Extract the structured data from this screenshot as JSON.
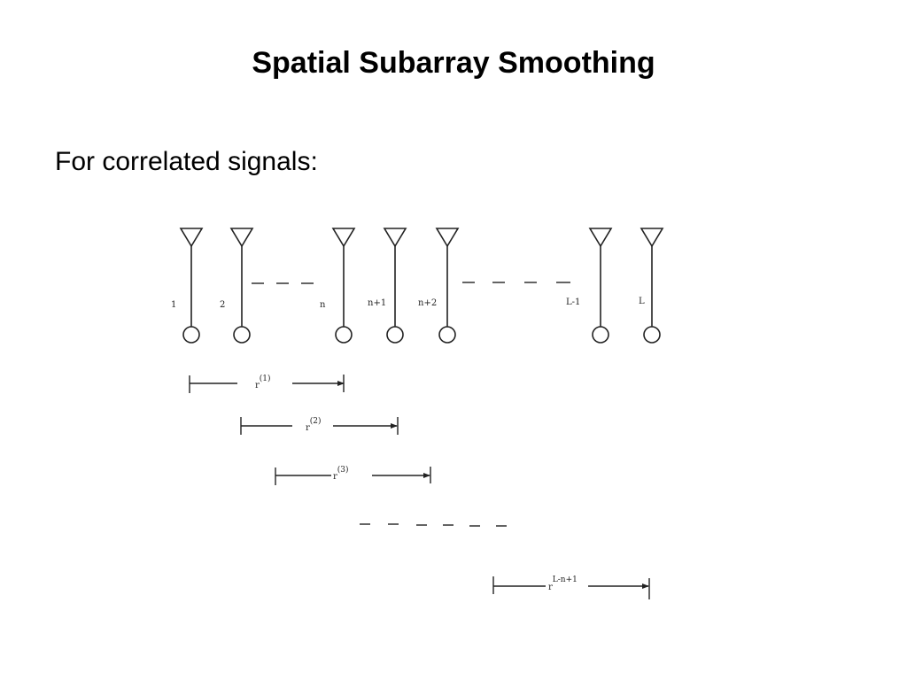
{
  "slide": {
    "title": "Spatial Subarray Smoothing",
    "subtitle": "For correlated signals:"
  },
  "diagram": {
    "elements": [
      {
        "label": "1"
      },
      {
        "label": "2"
      },
      {
        "label": "n"
      },
      {
        "label": "n+1"
      },
      {
        "label": "n+2"
      },
      {
        "label": "L-1"
      },
      {
        "label": "L"
      }
    ],
    "subarrays": [
      {
        "base": "r",
        "sup": "(1)"
      },
      {
        "base": "r",
        "sup": "(2)"
      },
      {
        "base": "r",
        "sup": "(3)"
      },
      {
        "base": "r",
        "sup": "L-n+1"
      }
    ]
  }
}
